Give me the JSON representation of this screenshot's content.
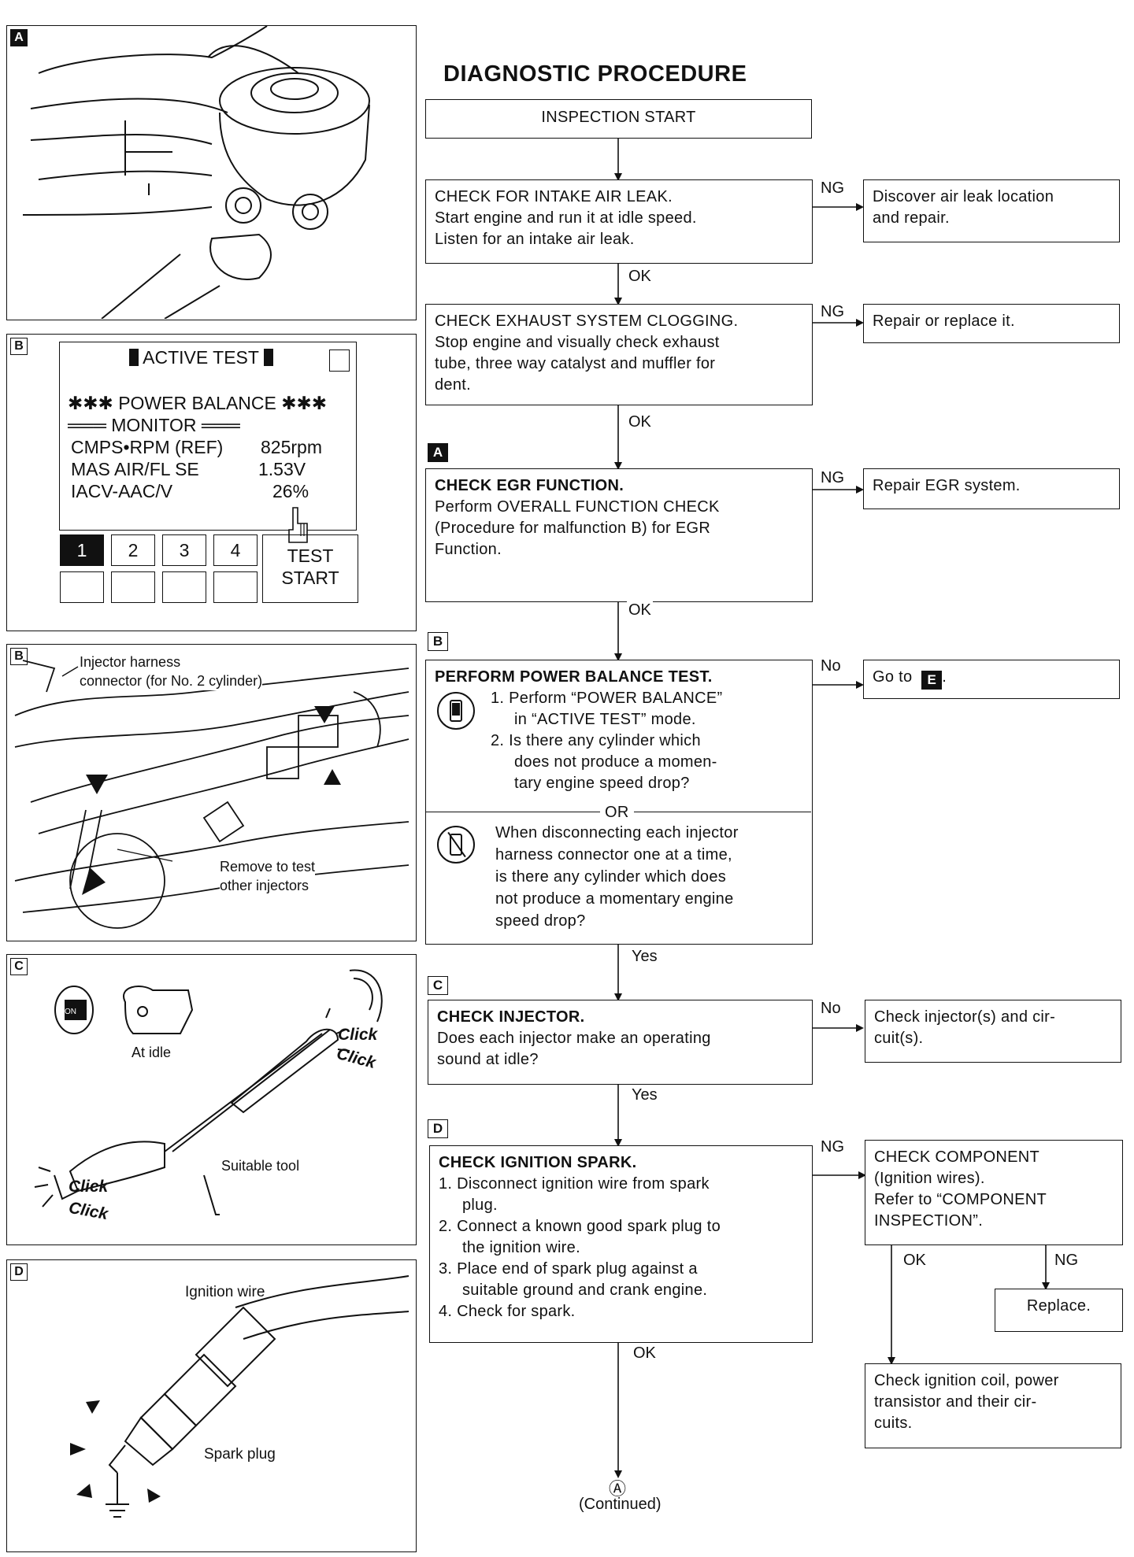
{
  "title": "DIAGNOSTIC PROCEDURE",
  "panels": {
    "a": {
      "tag": "A"
    },
    "b": {
      "tag": "B",
      "screen_title": "ACTIVE TEST",
      "line1": "✱✱✱ POWER BALANCE ✱✱✱",
      "line2": "═══ MONITOR ═══",
      "rows": [
        {
          "label": "CMPS•RPM (REF)",
          "value": "825rpm"
        },
        {
          "label": "MAS AIR/FL SE",
          "value": "1.53V"
        },
        {
          "label": "IACV-AAC/V",
          "value": "26%"
        }
      ],
      "keys": [
        "1",
        "2",
        "3",
        "4"
      ],
      "test_start_line1": "TEST",
      "test_start_line2": "START"
    },
    "b2": {
      "tag": "B",
      "label1_line1": "Injector harness",
      "label1_line2": "connector (for No. 2 cylinder)",
      "label2_line1": "Remove to test",
      "label2_line2": "other injectors"
    },
    "c": {
      "tag": "C",
      "at_idle": "At idle",
      "on_key": "ON",
      "suitable_tool": "Suitable tool",
      "click": "Click"
    },
    "d": {
      "tag": "D",
      "ignition_wire": "Ignition wire",
      "spark_plug": "Spark plug"
    }
  },
  "flow": {
    "start": "INSPECTION START",
    "step1": {
      "head": "CHECK FOR INTAKE AIR LEAK.",
      "lines": [
        "Start engine and run it at idle speed.",
        "Listen for an intake air leak."
      ],
      "ng_label": "NG",
      "ng_action_lines": [
        "Discover air leak location",
        "and repair."
      ],
      "ok_label": "OK"
    },
    "step2": {
      "lines": [
        "CHECK EXHAUST SYSTEM CLOGGING.",
        "Stop engine and visually check exhaust",
        "tube, three way catalyst and muffler for",
        "dent."
      ],
      "ng_label": "NG",
      "ng_action": "Repair or replace it.",
      "ok_label": "OK"
    },
    "step3": {
      "tag": "A",
      "head": "CHECK EGR FUNCTION.",
      "lines": [
        "Perform OVERALL FUNCTION CHECK",
        "(Procedure for malfunction B) for EGR",
        "Function."
      ],
      "ng_label": "NG",
      "ng_action": "Repair EGR system.",
      "ok_label": "OK"
    },
    "step4": {
      "tag": "B",
      "head": "PERFORM POWER BALANCE TEST.",
      "items": [
        "Perform “POWER BALANCE” in “ACTIVE TEST” mode.",
        "Is there any cylinder which does not produce a momentary engine speed drop?"
      ],
      "items_lines": [
        [
          "1.  Perform “POWER BALANCE”",
          "in “ACTIVE TEST” mode."
        ],
        [
          "2.  Is there any cylinder which",
          "does not produce a momen-",
          "tary engine speed drop?"
        ]
      ],
      "or_label": "OR",
      "alt_lines": [
        "When disconnecting each injector",
        "harness connector one at a time,",
        "is there any cylinder which does",
        "not produce a momentary engine",
        "speed drop?"
      ],
      "no_label": "No",
      "no_action_prefix": "Go to",
      "no_action_tag": "E",
      "no_action_suffix": ".",
      "yes_label": "Yes"
    },
    "step5": {
      "tag": "C",
      "head": "CHECK INJECTOR.",
      "lines": [
        "Does each injector make an operating",
        "sound at idle?"
      ],
      "no_label": "No",
      "no_action_lines": [
        "Check injector(s) and cir-",
        "cuit(s)."
      ],
      "yes_label": "Yes"
    },
    "step6": {
      "tag": "D",
      "head": "CHECK IGNITION SPARK.",
      "items_lines": [
        [
          "1.  Disconnect ignition wire from spark",
          "plug."
        ],
        [
          "2.  Connect a known good spark plug to",
          "the ignition wire."
        ],
        [
          "3.  Place end of spark plug against a",
          "suitable ground and crank engine."
        ],
        [
          "4.  Check for spark."
        ]
      ],
      "ng_label": "NG",
      "ng_action_lines": [
        "CHECK COMPONENT",
        "(Ignition wires).",
        "Refer to “COMPONENT",
        "INSPECTION”."
      ],
      "ok_label": "OK",
      "comp_ok_label": "OK",
      "comp_ng_label": "NG",
      "replace": "Replace.",
      "coil_lines": [
        "Check ignition coil, power",
        "transistor and their cir-",
        "cuits."
      ],
      "connector": "Ⓐ",
      "continued": "(Continued)"
    }
  }
}
